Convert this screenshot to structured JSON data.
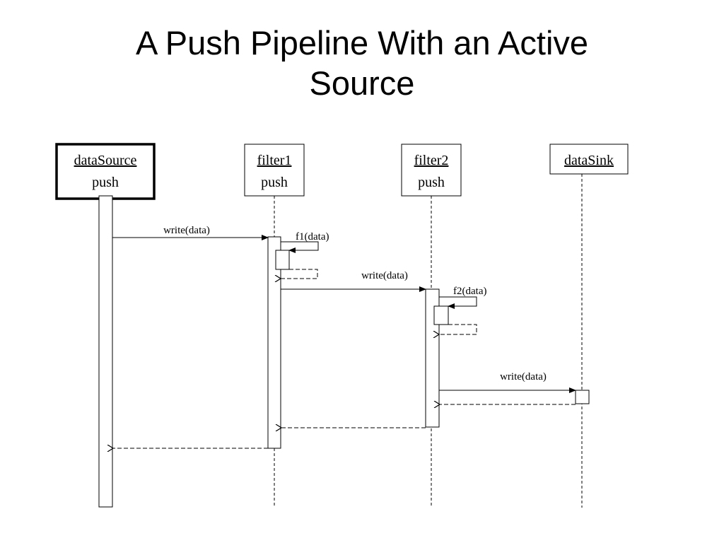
{
  "title": {
    "line1": "A Push Pipeline With an Active",
    "line2": "Source"
  },
  "objects": [
    {
      "name": "dataSource",
      "role": "push"
    },
    {
      "name": "filter1",
      "role": "push"
    },
    {
      "name": "filter2",
      "role": "push"
    },
    {
      "name": "dataSink",
      "role": ""
    }
  ],
  "messages": {
    "write1": "write(data)",
    "f1": "f1(data)",
    "write2": "write(data)",
    "f2": "f2(data)",
    "write3": "write(data)"
  }
}
